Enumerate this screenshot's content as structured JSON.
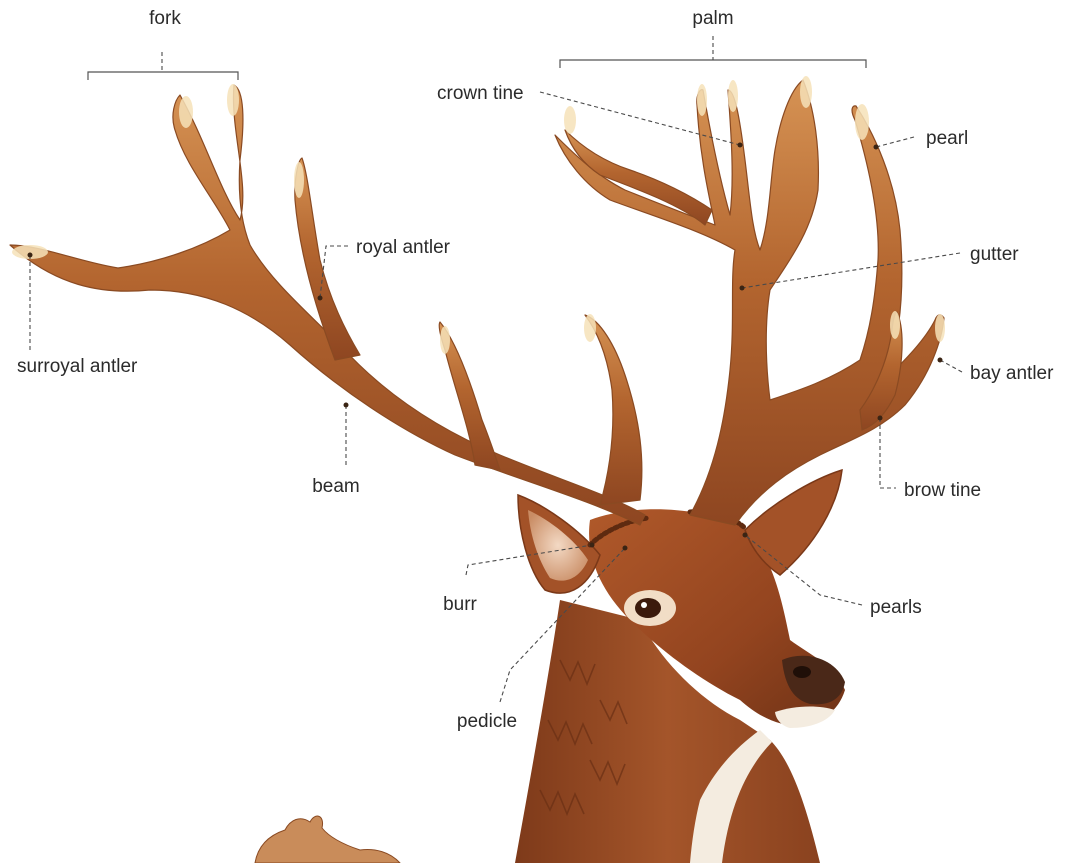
{
  "labels": {
    "fork": "fork",
    "palm": "palm",
    "crown_tine": "crown tine",
    "pearl": "pearl",
    "royal_antler": "royal antler",
    "gutter": "gutter",
    "surroyal_antler": "surroyal antler",
    "bay_antler": "bay antler",
    "beam": "beam",
    "brow_tine": "brow tine",
    "burr": "burr",
    "pearls": "pearls",
    "pedicle": "pedicle"
  },
  "colors": {
    "antler_base": "#a2572b",
    "antler_tip": "#f3dcae",
    "head": "#9a4a22",
    "head_dark": "#6e3216",
    "muzzle": "#4a2818",
    "chin": "#f4ece0",
    "label_text": "#2b2b2b"
  },
  "illustration": {
    "subject": "red-deer-stag-head-with-antlers"
  }
}
